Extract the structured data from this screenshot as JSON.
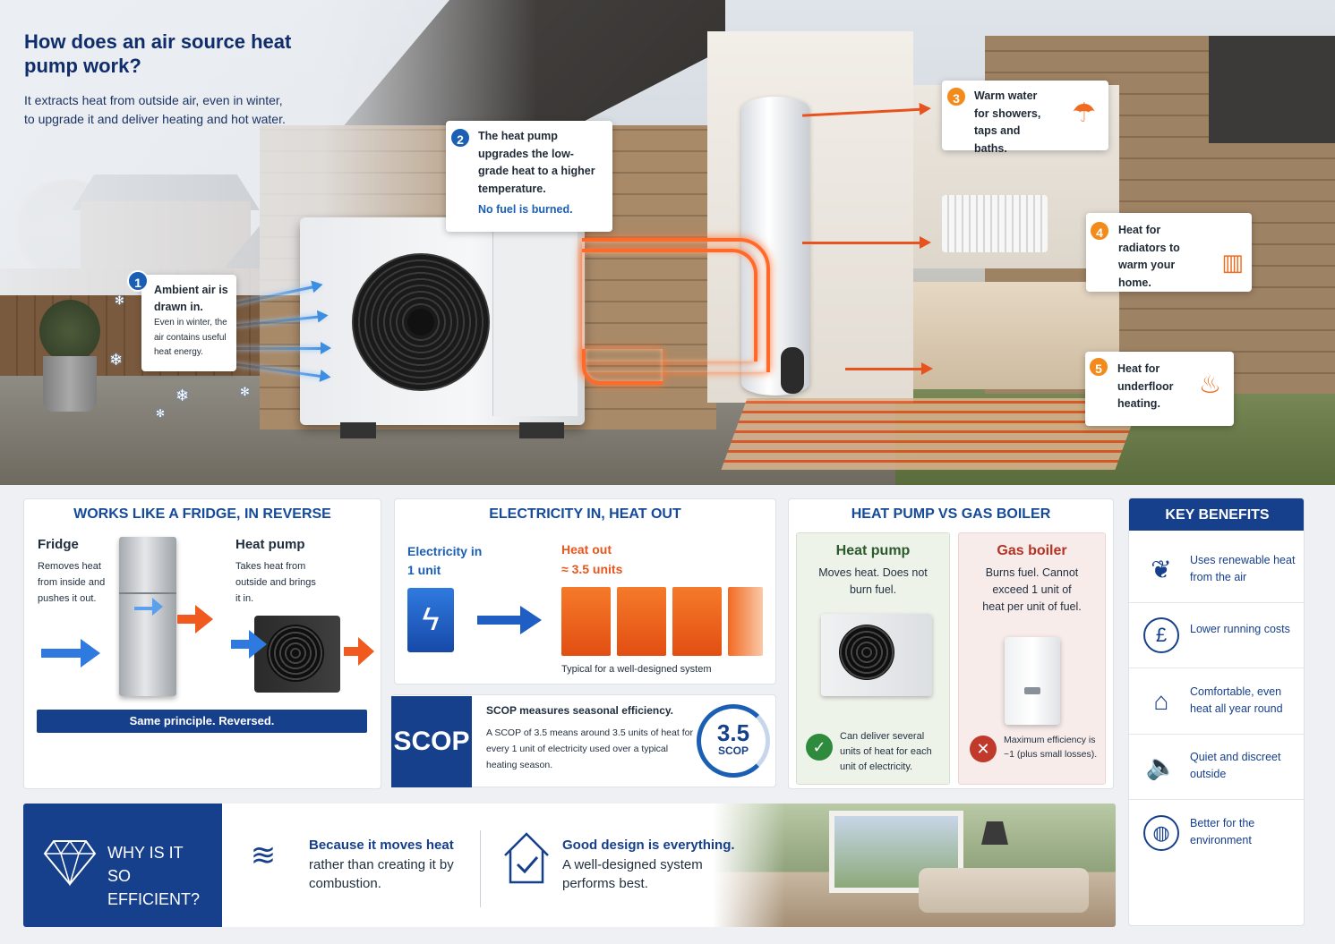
{
  "hero": {
    "title": "How does an air source heat pump work?",
    "intro": "It extracts heat from outside air, even in winter, to upgrade it and deliver heating and hot water.",
    "steps": [
      {
        "num": "1",
        "title": "Ambient air is drawn in.",
        "detail": "Even in winter, the air contains useful heat energy."
      },
      {
        "num": "2",
        "title": "The heat pump upgrades the low-grade heat to a higher temperature.",
        "emphasis": "No fuel is burned."
      },
      {
        "num": "3",
        "title": "Warm water for showers, taps and baths."
      },
      {
        "num": "4",
        "title": "Heat for radiators to warm your home."
      },
      {
        "num": "5",
        "title": "Heat for underfloor heating."
      }
    ]
  },
  "fridge": {
    "title": "WORKS LIKE A FRIDGE, IN REVERSE",
    "fridge_h": "Fridge",
    "fridge_p": "Removes heat from inside and pushes it out.",
    "hp_h": "Heat pump",
    "hp_p": "Takes heat from outside and brings it in.",
    "banner": "Same principle. Reversed."
  },
  "electricity": {
    "title": "ELECTRICITY IN, HEAT OUT",
    "in_label": "Electricity in",
    "in_value": "1 unit",
    "out_label": "Heat out",
    "out_value": "≈ 3.5 units",
    "caption": "Typical for a well-designed system",
    "chart_data": {
      "type": "bar",
      "categories": [
        "Electricity in",
        "Heat out"
      ],
      "values": [
        1,
        3.5
      ]
    }
  },
  "scop": {
    "tag": "SCOP",
    "heading": "SCOP measures seasonal efficiency.",
    "body": "A SCOP of 3.5 means around 3.5 units of heat for every 1 unit of electricity used over a typical heating season.",
    "value": "3.5",
    "label": "SCOP"
  },
  "vs": {
    "title": "HEAT PUMP VS GAS BOILER",
    "hp": {
      "title": "Heat pump",
      "desc": "Moves heat. Does not burn fuel.",
      "foot": "Can deliver several units of heat for each unit of electricity."
    },
    "boiler": {
      "title": "Gas boiler",
      "desc": "Burns fuel. Cannot exceed 1 unit of heat per unit of fuel.",
      "foot": "Maximum efficiency is ~1 (plus small losses)."
    }
  },
  "benefits": {
    "title": "KEY BENEFITS",
    "items": [
      {
        "icon": "leaf-icon",
        "text": "Uses renewable heat from the air"
      },
      {
        "icon": "pound-icon",
        "text": "Lower running costs"
      },
      {
        "icon": "house-icon",
        "text": "Comfortable, even heat all year round"
      },
      {
        "icon": "speaker-icon",
        "text": "Quiet and discreet outside"
      },
      {
        "icon": "globe-icon",
        "text": "Better for the environment"
      }
    ]
  },
  "strip": {
    "why_line1": "WHY IS IT",
    "why_line2": "SO EFFICIENT?",
    "point1_h": "Because it moves heat",
    "point1_p": "rather than creating it by combustion.",
    "point2_h": "Good design is everything.",
    "point2_p": "A well-designed system performs best."
  },
  "colors": {
    "navy": "#163f8c",
    "blue": "#1a5fb4",
    "orange": "#e8561c",
    "green": "#2e8b3e",
    "red": "#c0392b"
  }
}
